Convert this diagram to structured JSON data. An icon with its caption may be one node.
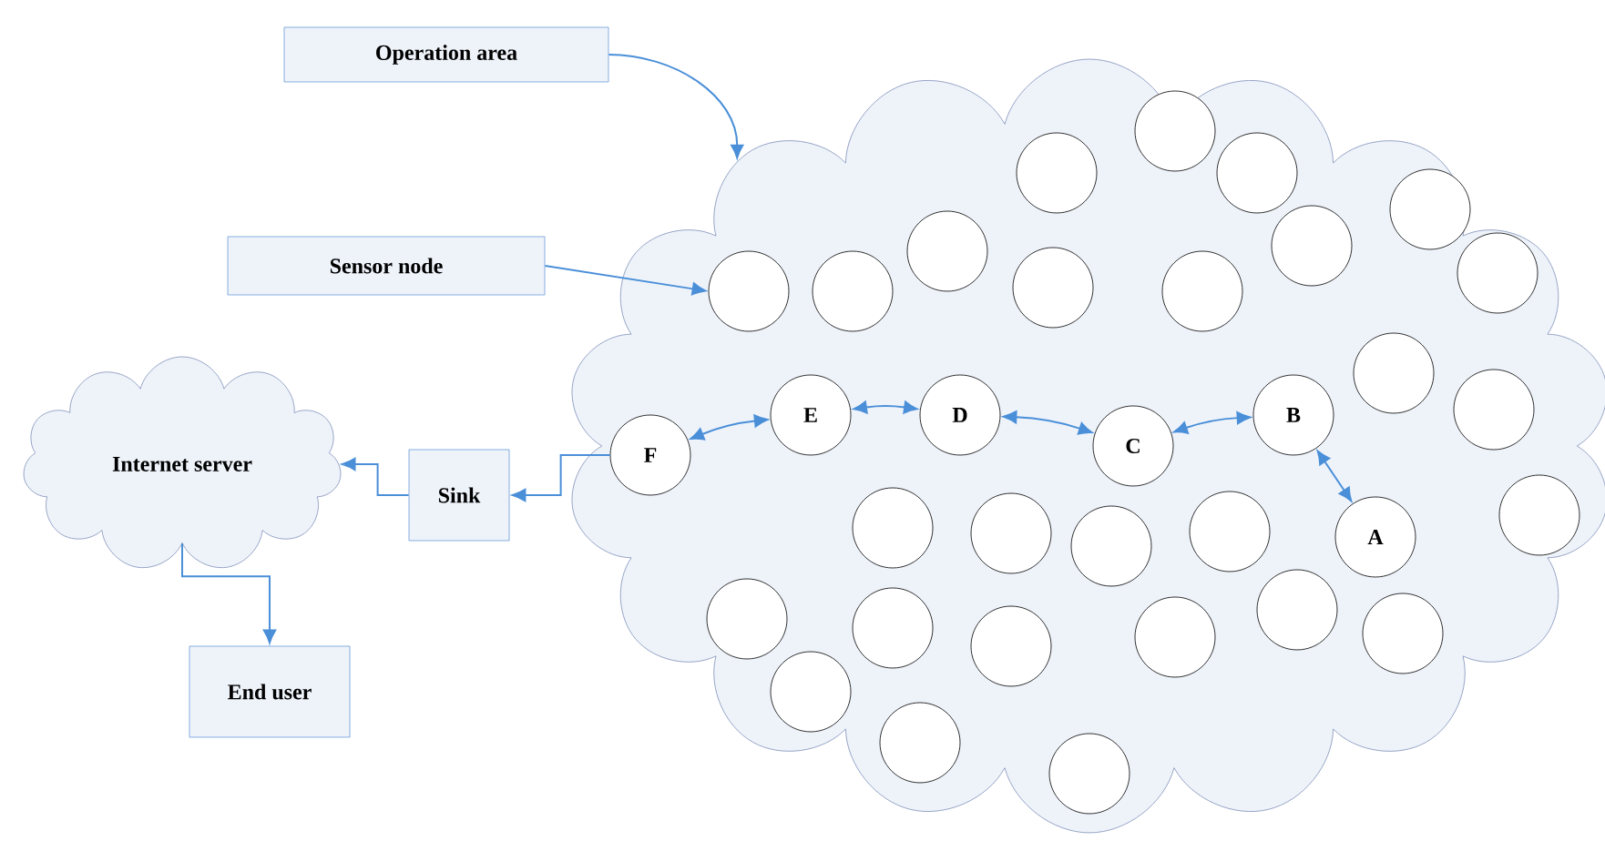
{
  "diagram": {
    "nodes": [
      {
        "text": [
          "Operation area"
        ]
      },
      {
        "text": [
          "Sensor node"
        ]
      },
      {
        "text": [
          "Internet server"
        ]
      },
      {
        "text": [
          "Sink"
        ]
      },
      {
        "text": [
          "End user"
        ]
      },
      {
        "text": [],
        "shape": "cloud"
      },
      {
        "text": [
          "F"
        ],
        "in": 5
      },
      {
        "text": [
          "E"
        ],
        "in": 5
      },
      {
        "text": [
          "D"
        ],
        "in": 5
      },
      {
        "text": [
          "C"
        ],
        "in": 5
      },
      {
        "text": [
          "B"
        ],
        "in": 5
      },
      {
        "text": [
          "A"
        ],
        "in": 5
      },
      {
        "text": [],
        "shape": "circle",
        "in": 5
      },
      {
        "text": [],
        "shape": "circle",
        "in": 5
      },
      {
        "text": [],
        "shape": "circle",
        "in": 5
      },
      {
        "text": [],
        "shape": "circle",
        "in": 5
      },
      {
        "text": [],
        "shape": "circle",
        "in": 5
      },
      {
        "text": [],
        "shape": "circle",
        "in": 5
      },
      {
        "text": [],
        "shape": "circle",
        "in": 5
      },
      {
        "text": [],
        "shape": "circle",
        "in": 5
      },
      {
        "text": [],
        "shape": "circle",
        "in": 5
      },
      {
        "text": [],
        "shape": "circle",
        "in": 5
      },
      {
        "text": [],
        "shape": "circle",
        "in": 5
      },
      {
        "text": [],
        "shape": "circle",
        "in": 5
      },
      {
        "text": [],
        "shape": "circle",
        "in": 5
      },
      {
        "text": [],
        "shape": "circle",
        "in": 5
      },
      {
        "text": [],
        "shape": "circle",
        "in": 5
      },
      {
        "text": [],
        "shape": "circle",
        "in": 5
      },
      {
        "text": [],
        "shape": "circle",
        "in": 5
      },
      {
        "text": [],
        "shape": "circle",
        "in": 5
      },
      {
        "text": [],
        "shape": "circle",
        "in": 5
      },
      {
        "text": [],
        "shape": "circle",
        "in": 5
      },
      {
        "text": [],
        "shape": "circle",
        "in": 5
      },
      {
        "text": [],
        "shape": "circle",
        "in": 5
      },
      {
        "text": [],
        "shape": "circle",
        "in": 5
      },
      {
        "text": [],
        "shape": "circle",
        "in": 5
      },
      {
        "text": [],
        "shape": "circle",
        "in": 5
      },
      {
        "text": [],
        "shape": "circle",
        "in": 5
      },
      {
        "text": [],
        "shape": "circle",
        "in": 5
      }
    ],
    "edges": [
      {
        "from": 0,
        "to": 5,
        "arrow": "to"
      },
      {
        "from": 1,
        "to": 12,
        "arrow": "to"
      },
      {
        "from": 6,
        "to": 3,
        "arrow": "to"
      },
      {
        "from": 3,
        "to": 2,
        "arrow": "to"
      },
      {
        "from": 2,
        "to": 4,
        "arrow": "to"
      },
      {
        "from": 6,
        "to": 7,
        "arrow": "both"
      },
      {
        "from": 7,
        "to": 8,
        "arrow": "both"
      },
      {
        "from": 8,
        "to": 9,
        "arrow": "both"
      },
      {
        "from": 9,
        "to": 10,
        "arrow": "both"
      },
      {
        "from": 10,
        "to": 11,
        "arrow": "both"
      }
    ]
  }
}
